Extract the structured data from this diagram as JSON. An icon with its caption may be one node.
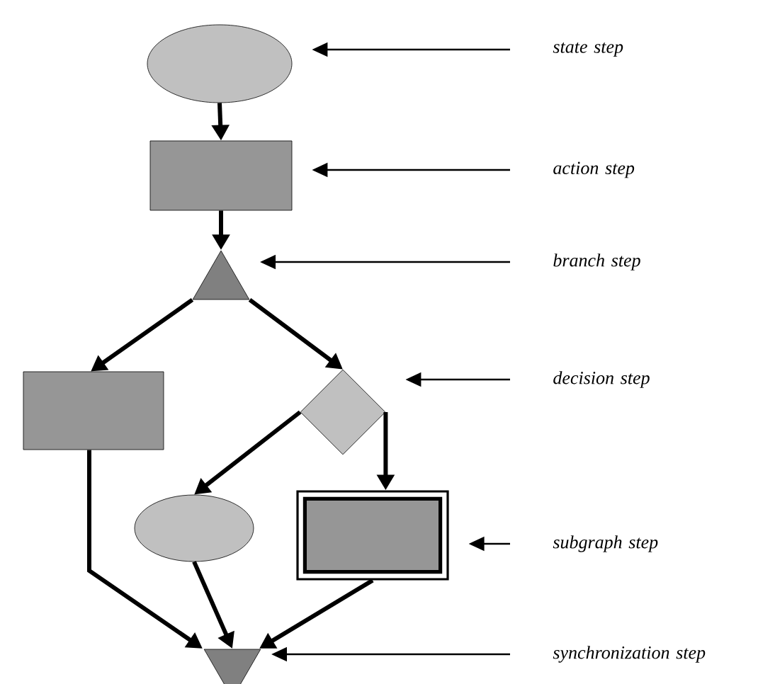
{
  "diagram": {
    "nodes": [
      {
        "text": [],
        "shape": "ellipse"
      },
      {
        "text": [],
        "shape": "box"
      },
      {
        "text": [],
        "shape": "triangle"
      },
      {
        "text": [],
        "shape": "box"
      },
      {
        "text": [],
        "shape": "diamond"
      },
      {
        "text": [],
        "shape": "ellipse"
      },
      {
        "text": [],
        "shape": "box"
      },
      {
        "text": [],
        "shape": "triangle"
      },
      {
        "text": [
          "state step"
        ]
      },
      {
        "text": [
          "action step"
        ]
      },
      {
        "text": [
          "branch step"
        ]
      },
      {
        "text": [
          "decision step"
        ]
      },
      {
        "text": [
          "subgraph step"
        ]
      },
      {
        "text": [
          "synchronization step"
        ]
      }
    ],
    "edges": [
      {
        "from": 0,
        "to": 1,
        "arrow": "to"
      },
      {
        "from": 1,
        "to": 2,
        "arrow": "to"
      },
      {
        "from": 2,
        "to": 3,
        "arrow": "to"
      },
      {
        "from": 2,
        "to": 4,
        "arrow": "to"
      },
      {
        "from": 4,
        "to": 5,
        "arrow": "to"
      },
      {
        "from": 4,
        "to": 6,
        "arrow": "to"
      },
      {
        "from": 3,
        "to": 7,
        "arrow": "to"
      },
      {
        "from": 5,
        "to": 7,
        "arrow": "to"
      },
      {
        "from": 6,
        "to": 7,
        "arrow": "to"
      },
      {
        "from": 8,
        "to": 0,
        "arrow": "to"
      },
      {
        "from": 9,
        "to": 1,
        "arrow": "to"
      },
      {
        "from": 10,
        "to": 2,
        "arrow": "to"
      },
      {
        "from": 11,
        "to": 4,
        "arrow": "to"
      },
      {
        "from": 12,
        "to": 6,
        "arrow": "to"
      },
      {
        "from": 13,
        "to": 7,
        "arrow": "to"
      }
    ]
  }
}
